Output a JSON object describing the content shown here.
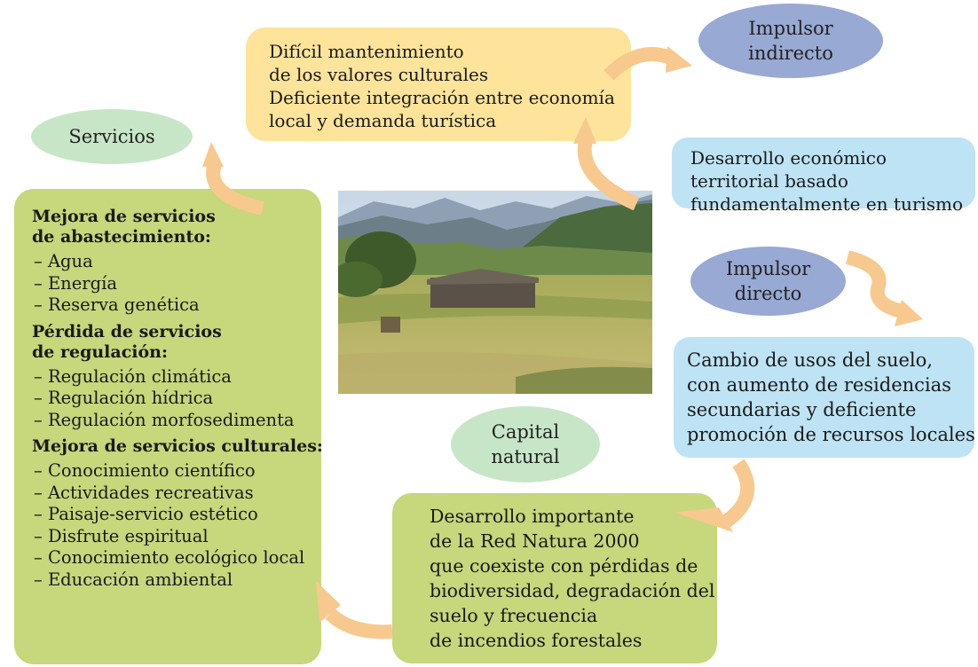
{
  "labels": {
    "servicios": "Servicios",
    "impulsor_indirecto": [
      "Impulsor",
      "indirecto"
    ],
    "impulsor_directo": [
      "Impulsor",
      "directo"
    ],
    "capital_natural": [
      "Capital",
      "natural"
    ]
  },
  "boxes": {
    "indirect_effects": [
      "Difícil mantenimiento",
      "de los valores culturales",
      "Deficiente integración entre economía",
      "local y demanda turística"
    ],
    "indirect_driver": [
      "Desarrollo económico",
      "territorial basado",
      "fundamentalmente en turismo"
    ],
    "direct_driver": [
      "Cambio de usos del suelo,",
      "con aumento de residencias",
      "secundarias y deficiente",
      "promoción de recursos locales"
    ],
    "natural_capital": [
      "Desarrollo importante",
      "de la Red Natura 2000",
      "que coexiste con pérdidas de",
      "biodiversidad, degradación del",
      "suelo y frecuencia",
      "de incendios forestales"
    ]
  },
  "services": {
    "provisioning": {
      "heading": [
        "Mejora de servicios",
        "de abastecimiento:"
      ],
      "items": [
        "– Agua",
        "– Energía",
        "– Reserva genética"
      ]
    },
    "regulating": {
      "heading": [
        "Pérdida de servicios",
        "de regulación:"
      ],
      "items": [
        "– Regulación climática",
        "– Regulación hídrica",
        "– Regulación morfosedimenta"
      ]
    },
    "cultural": {
      "heading": [
        "Mejora de servicios culturales:"
      ],
      "items": [
        "– Conocimiento científico",
        "– Actividades recreativas",
        "– Paisaje-servicio estético",
        "– Disfrute espiritual",
        "– Conocimiento ecológico local",
        "– Educación ambiental"
      ]
    }
  },
  "colors": {
    "yellow_box": "#fde49a",
    "blue_box": "#bde3f4",
    "green_box": "#c6d77c",
    "green_ellipse": "#c7e6c8",
    "purple_ellipse": "#98a9d3",
    "arrow": "#f7c98e"
  },
  "photo": "mountain-valley-landscape-photo"
}
